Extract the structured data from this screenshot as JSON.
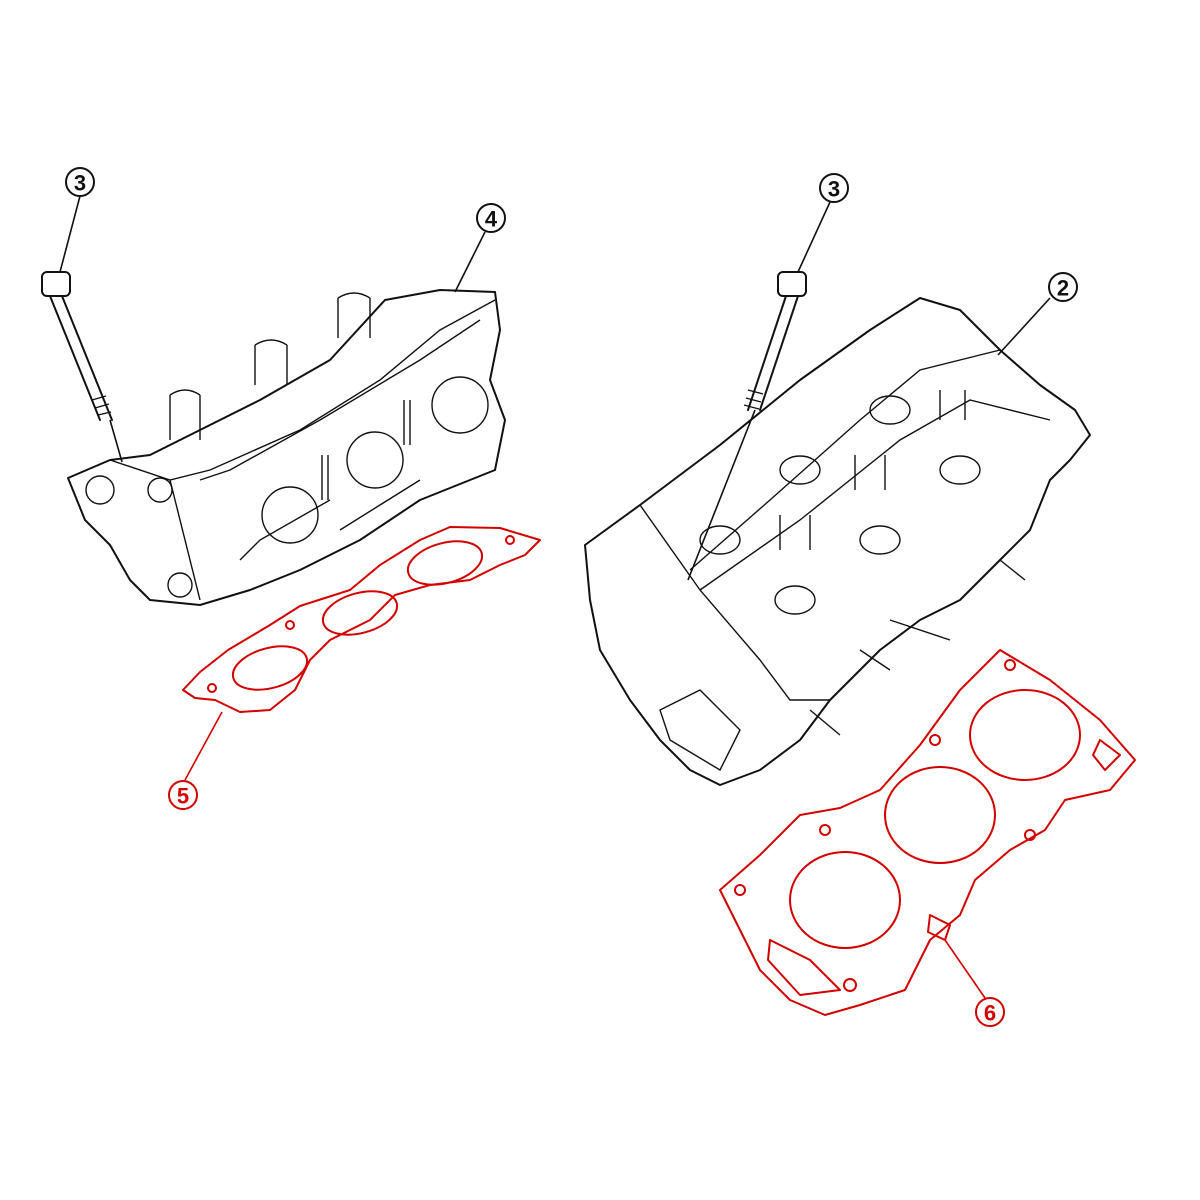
{
  "diagram": {
    "callouts": [
      {
        "id": "left-bolt",
        "label": "3",
        "color": "#111111"
      },
      {
        "id": "left-cylinder-head",
        "label": "4",
        "color": "#111111"
      },
      {
        "id": "right-bolt",
        "label": "3",
        "color": "#111111"
      },
      {
        "id": "right-cylinder-head",
        "label": "2",
        "color": "#111111"
      },
      {
        "id": "left-head-gasket",
        "label": "5",
        "color": "#d40000"
      },
      {
        "id": "right-head-gasket",
        "label": "6",
        "color": "#d40000"
      }
    ]
  }
}
